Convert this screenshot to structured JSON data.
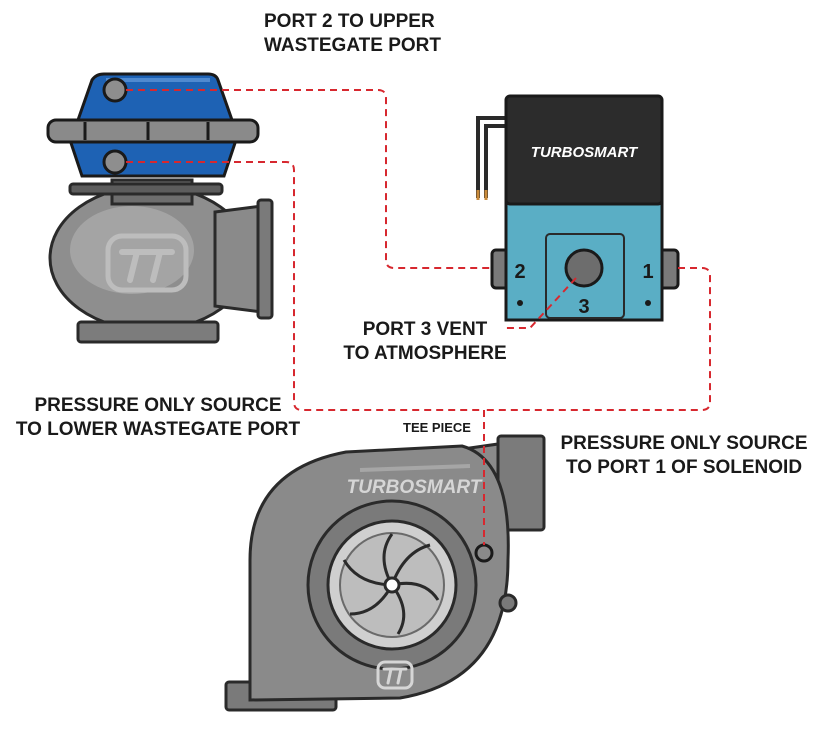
{
  "labels": {
    "port2_line1": "PORT 2 TO UPPER",
    "port2_line2": "WASTEGATE PORT",
    "port3_line1": "PORT 3 VENT",
    "port3_line2": "TO ATMOSPHERE",
    "lower_line1": "PRESSURE ONLY SOURCE",
    "lower_line2": "TO LOWER WASTEGATE PORT",
    "tee": "TEE PIECE",
    "port1_line1": "PRESSURE ONLY SOURCE",
    "port1_line2": "TO PORT 1 OF SOLENOID"
  },
  "solenoid": {
    "brand": "TURBOSMART",
    "port1": "1",
    "port2": "2",
    "port3": "3"
  },
  "turbo": {
    "brand": "TURBOSMART"
  },
  "colors": {
    "wastegate_blue": "#1e62b4",
    "solenoid_top": "#2c2c2c",
    "solenoid_body": "#5aaec5",
    "metal": "#8a8a8a",
    "line": "#d7282f"
  }
}
